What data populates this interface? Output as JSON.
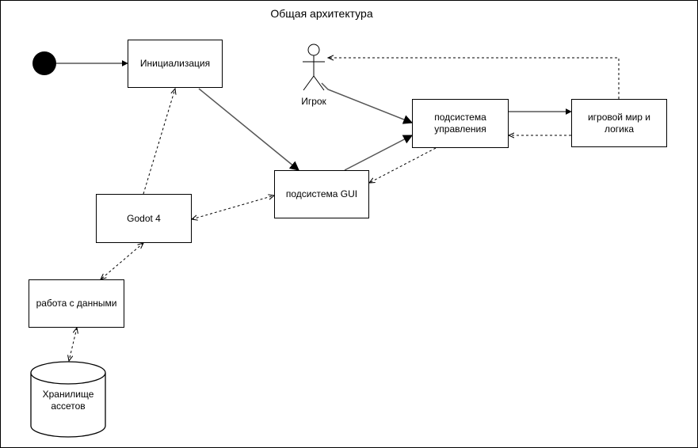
{
  "diagram": {
    "title": "Общая архитектура",
    "nodes": {
      "init": "Инициализация",
      "godot": "Godot 4",
      "data": "работа с данными",
      "gui": "подсистема GUI",
      "control": "подсистема управления",
      "world": "игровой мир и логика",
      "storage": "Хранилище ассетов",
      "player": "Игрок"
    }
  }
}
